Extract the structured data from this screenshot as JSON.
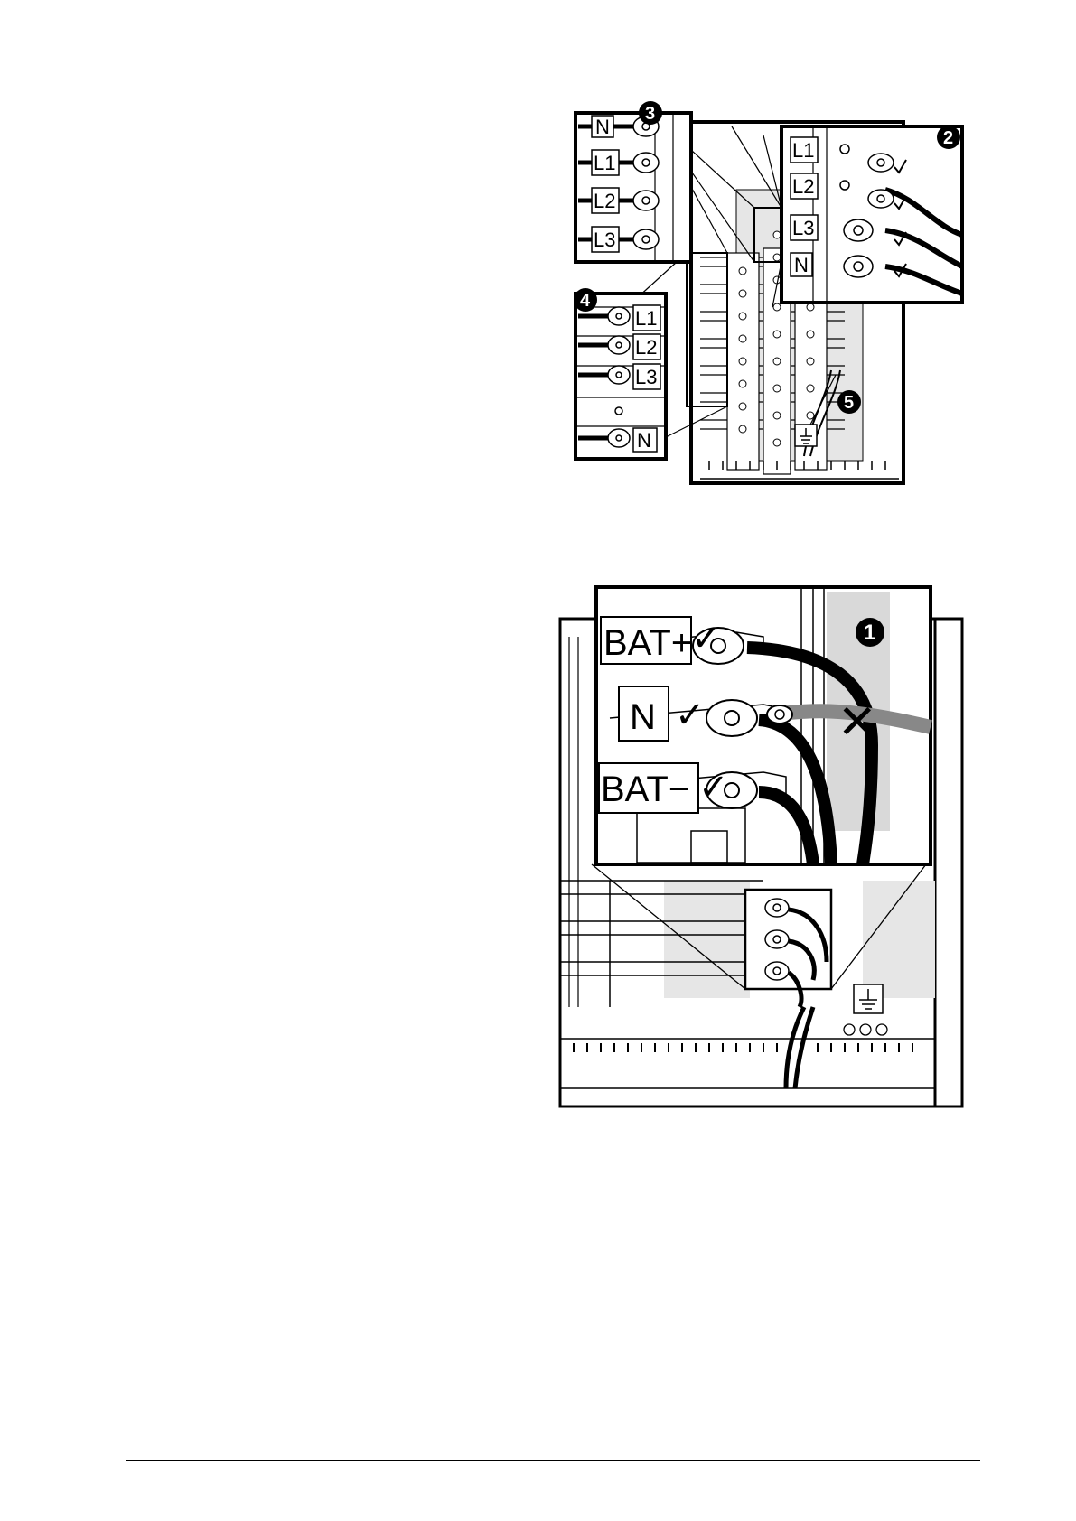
{
  "figure_top": {
    "callouts": [
      "3",
      "2",
      "4",
      "5"
    ],
    "inset_3_labels": [
      "N",
      "L1",
      "L2",
      "L3"
    ],
    "inset_2_labels": [
      "L1",
      "L2",
      "L3",
      "N"
    ],
    "inset_4_labels": [
      "L1",
      "L2",
      "L3",
      "N"
    ],
    "ground_symbol": "ground-icon"
  },
  "figure_bottom": {
    "callout": "1",
    "labels": [
      "BAT+",
      "N",
      "BAT−"
    ],
    "check_symbol": "✓",
    "cross_symbol": "✕"
  }
}
